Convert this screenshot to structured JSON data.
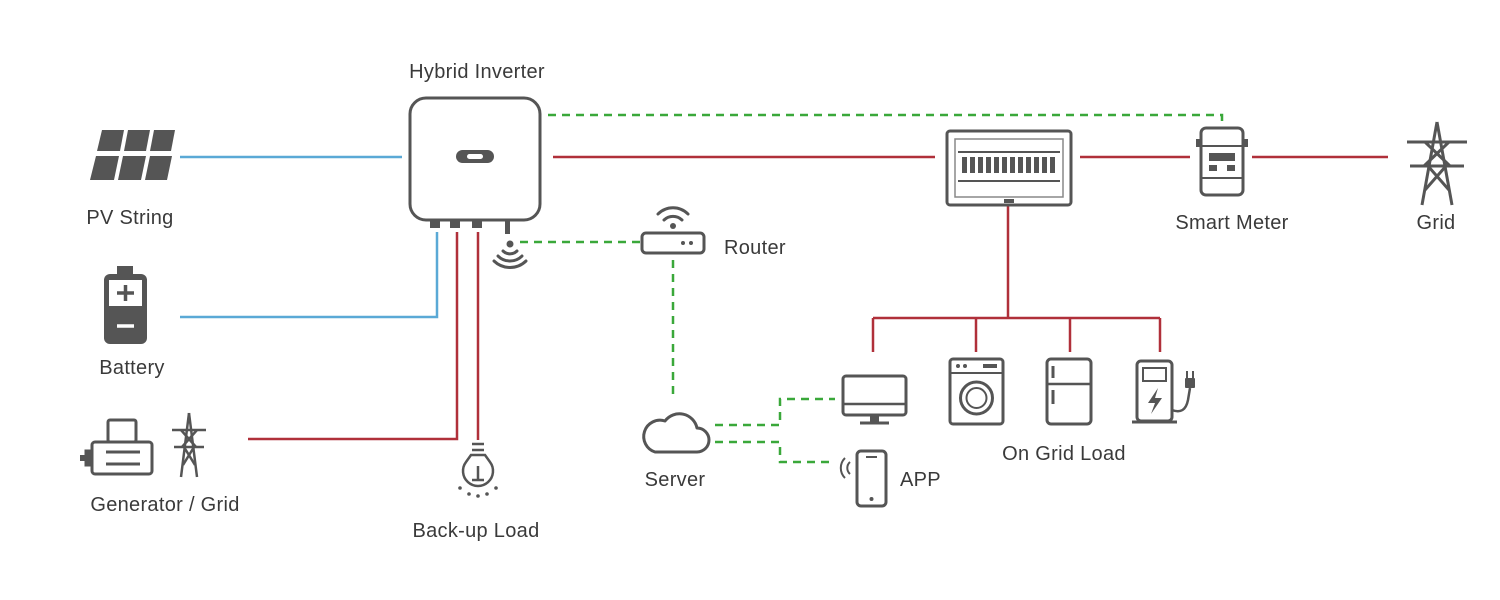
{
  "labels": {
    "inverter": "Hybrid Inverter",
    "pv": "PV String",
    "battery": "Battery",
    "generator": "Generator / Grid",
    "backup": "Back-up Load",
    "router": "Router",
    "server": "Server",
    "app": "APP",
    "smart_meter": "Smart Meter",
    "grid": "Grid",
    "on_grid_load": "On Grid Load"
  },
  "colors": {
    "dc_line": "#5aa9d6",
    "ac_line": "#b0303a",
    "comm_line": "#3aa83a",
    "icon": "#4a4a4a"
  },
  "icons": [
    "solar-panel-icon",
    "battery-icon",
    "generator-icon",
    "pylon-icon",
    "inverter-icon",
    "wifi-signal-icon",
    "bulb-icon",
    "router-icon",
    "cloud-icon",
    "distribution-board-icon",
    "smart-meter-icon",
    "monitor-icon",
    "washing-machine-icon",
    "fridge-icon",
    "ev-charger-icon",
    "phone-icon"
  ]
}
